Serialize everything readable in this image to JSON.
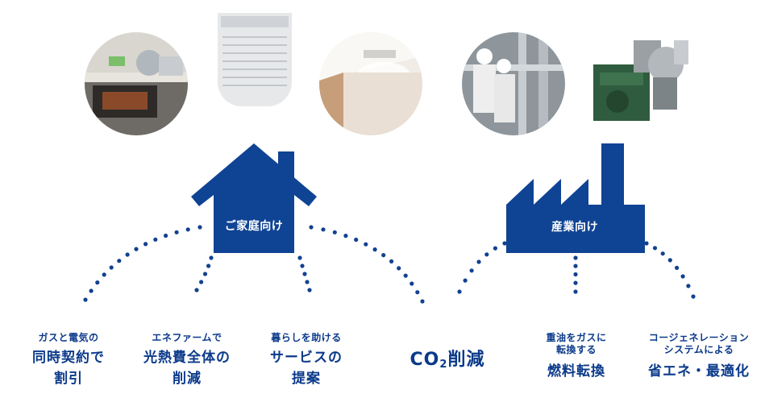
{
  "colors": {
    "primary": "#0f4394",
    "dot": "#12418f"
  },
  "home": {
    "label": "ご家庭向け"
  },
  "industry": {
    "label": "産業向け"
  },
  "benefits": [
    {
      "small": "ガスと電気の",
      "big1": "同時契約で",
      "big2": "割引"
    },
    {
      "small": "エネファームで",
      "big1": "光熱費全体の",
      "big2": "削減"
    },
    {
      "small": "暮らしを助ける",
      "big1": "サービスの",
      "big2": "提案"
    },
    {
      "small1": "重油をガスに",
      "small2": "転換する",
      "big1": "燃料転換"
    },
    {
      "small1": "コージェネレーション",
      "small2": "システムによる",
      "big1": "省エネ・最適化"
    }
  ],
  "center": {
    "co2": "CO",
    "sub": "2",
    "rest": "削減"
  },
  "photos": [
    "kitchen-photo",
    "fuel-cell-unit-photo",
    "ceiling-mist-photo",
    "factory-workers-photo",
    "engine-photo"
  ]
}
